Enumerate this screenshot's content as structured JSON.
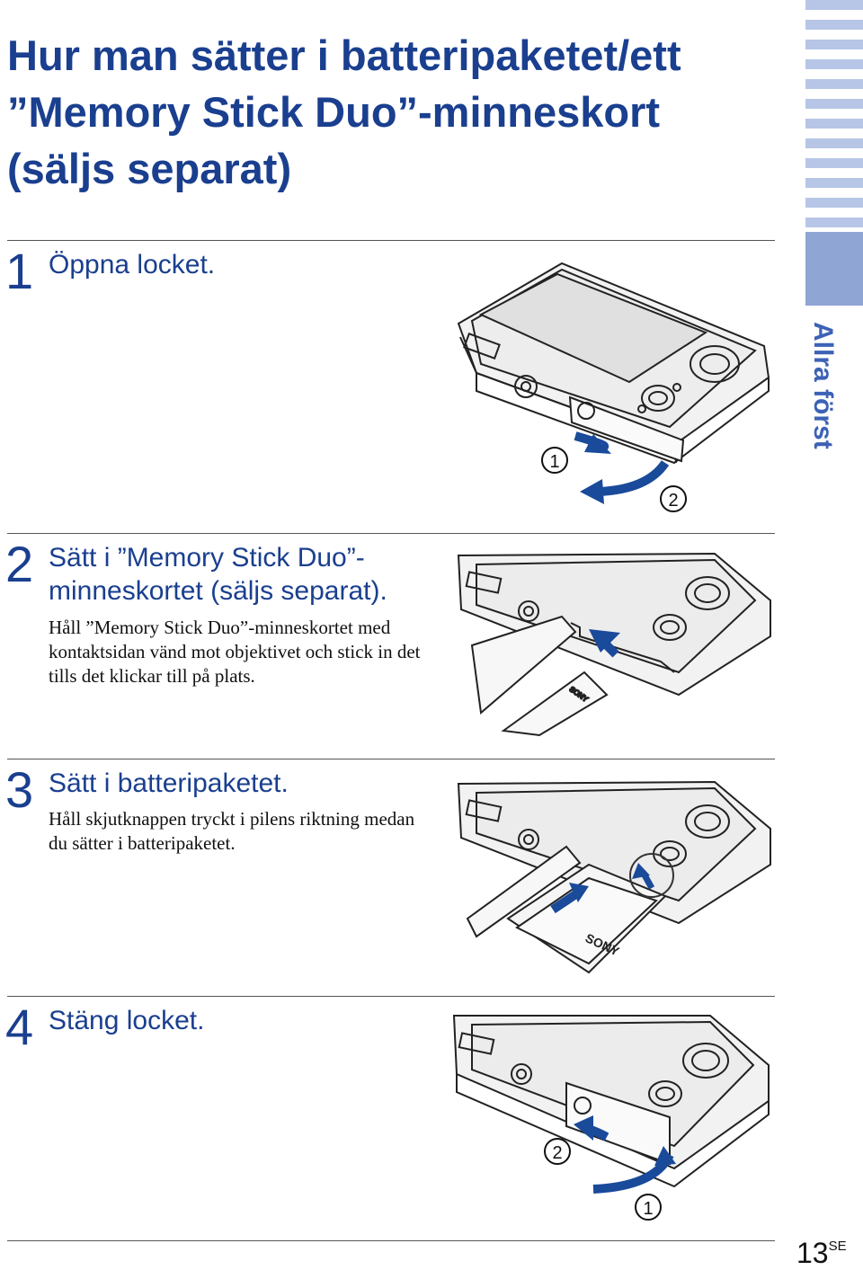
{
  "title": {
    "line1": "Hur man sätter i batteripaketet/ett",
    "line2": "”Memory Stick Duo”-minneskort",
    "line3": "(säljs separat)"
  },
  "side_tab": {
    "label": "Allra först"
  },
  "steps": [
    {
      "number": "1",
      "heading": "Öppna locket.",
      "body": ""
    },
    {
      "number": "2",
      "heading_line1": "Sätt i ”Memory Stick Duo”-",
      "heading_line2": "minneskortet (säljs separat).",
      "body": "Håll ”Memory Stick Duo”-minneskortet med kontaktsidan vänd mot objektivet och stick in det tills det klickar till på plats."
    },
    {
      "number": "3",
      "heading": "Sätt i batteripaketet.",
      "body": "Håll skjutknappen tryckt i pilens riktning medan du sätter i batteripaketet."
    },
    {
      "number": "4",
      "heading": "Stäng locket.",
      "body": ""
    }
  ],
  "callouts": {
    "one": "1",
    "two": "2"
  },
  "battery_brand": "SONY",
  "page": {
    "number": "13",
    "suffix": "SE"
  },
  "colors": {
    "heading": "#1a3f8f",
    "tab": "#8fa5d4",
    "tab_stripes": "#b7c6e6",
    "arrow": "#1a4a9a"
  }
}
